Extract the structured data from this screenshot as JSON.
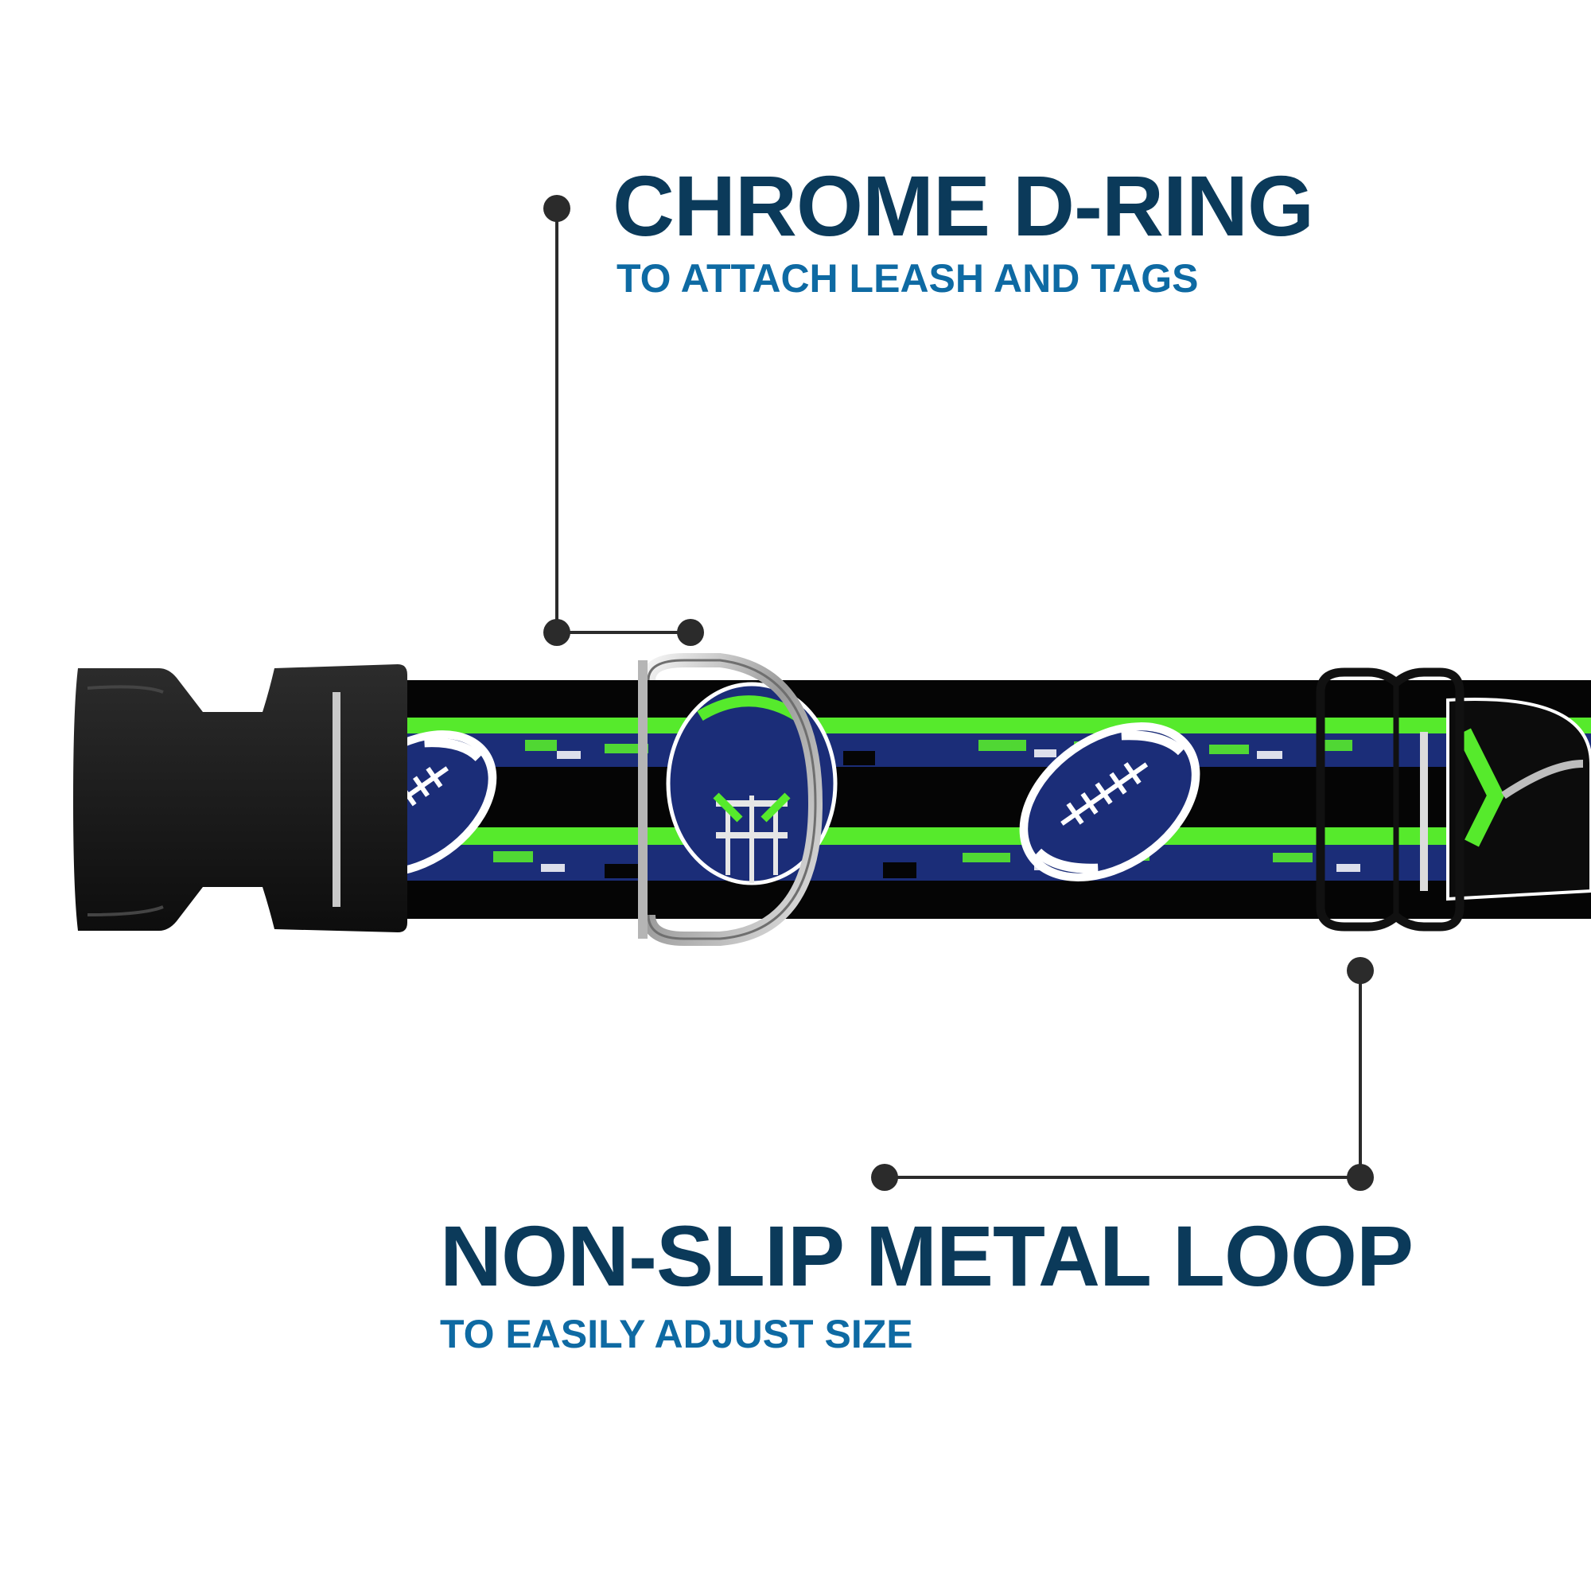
{
  "callouts": {
    "dring": {
      "title": "CHROME D-RING",
      "subtitle": "TO ATTACH LEASH AND TAGS"
    },
    "loop": {
      "title": "NON-SLIP METAL LOOP",
      "subtitle": "TO EASILY ADJUST SIZE"
    }
  },
  "colors": {
    "title": "#0b3a5a",
    "subtitle": "#0e6aa3",
    "leader_line": "#2b2b2b",
    "webbing": "#050505",
    "neon_green": "#56ea2c",
    "navy": "#1b2d78",
    "chrome": "#c4c4c4",
    "buckle": "#151515"
  },
  "product": {
    "item": "dog collar",
    "pattern": [
      "football",
      "football-helmet",
      "stripes"
    ]
  }
}
